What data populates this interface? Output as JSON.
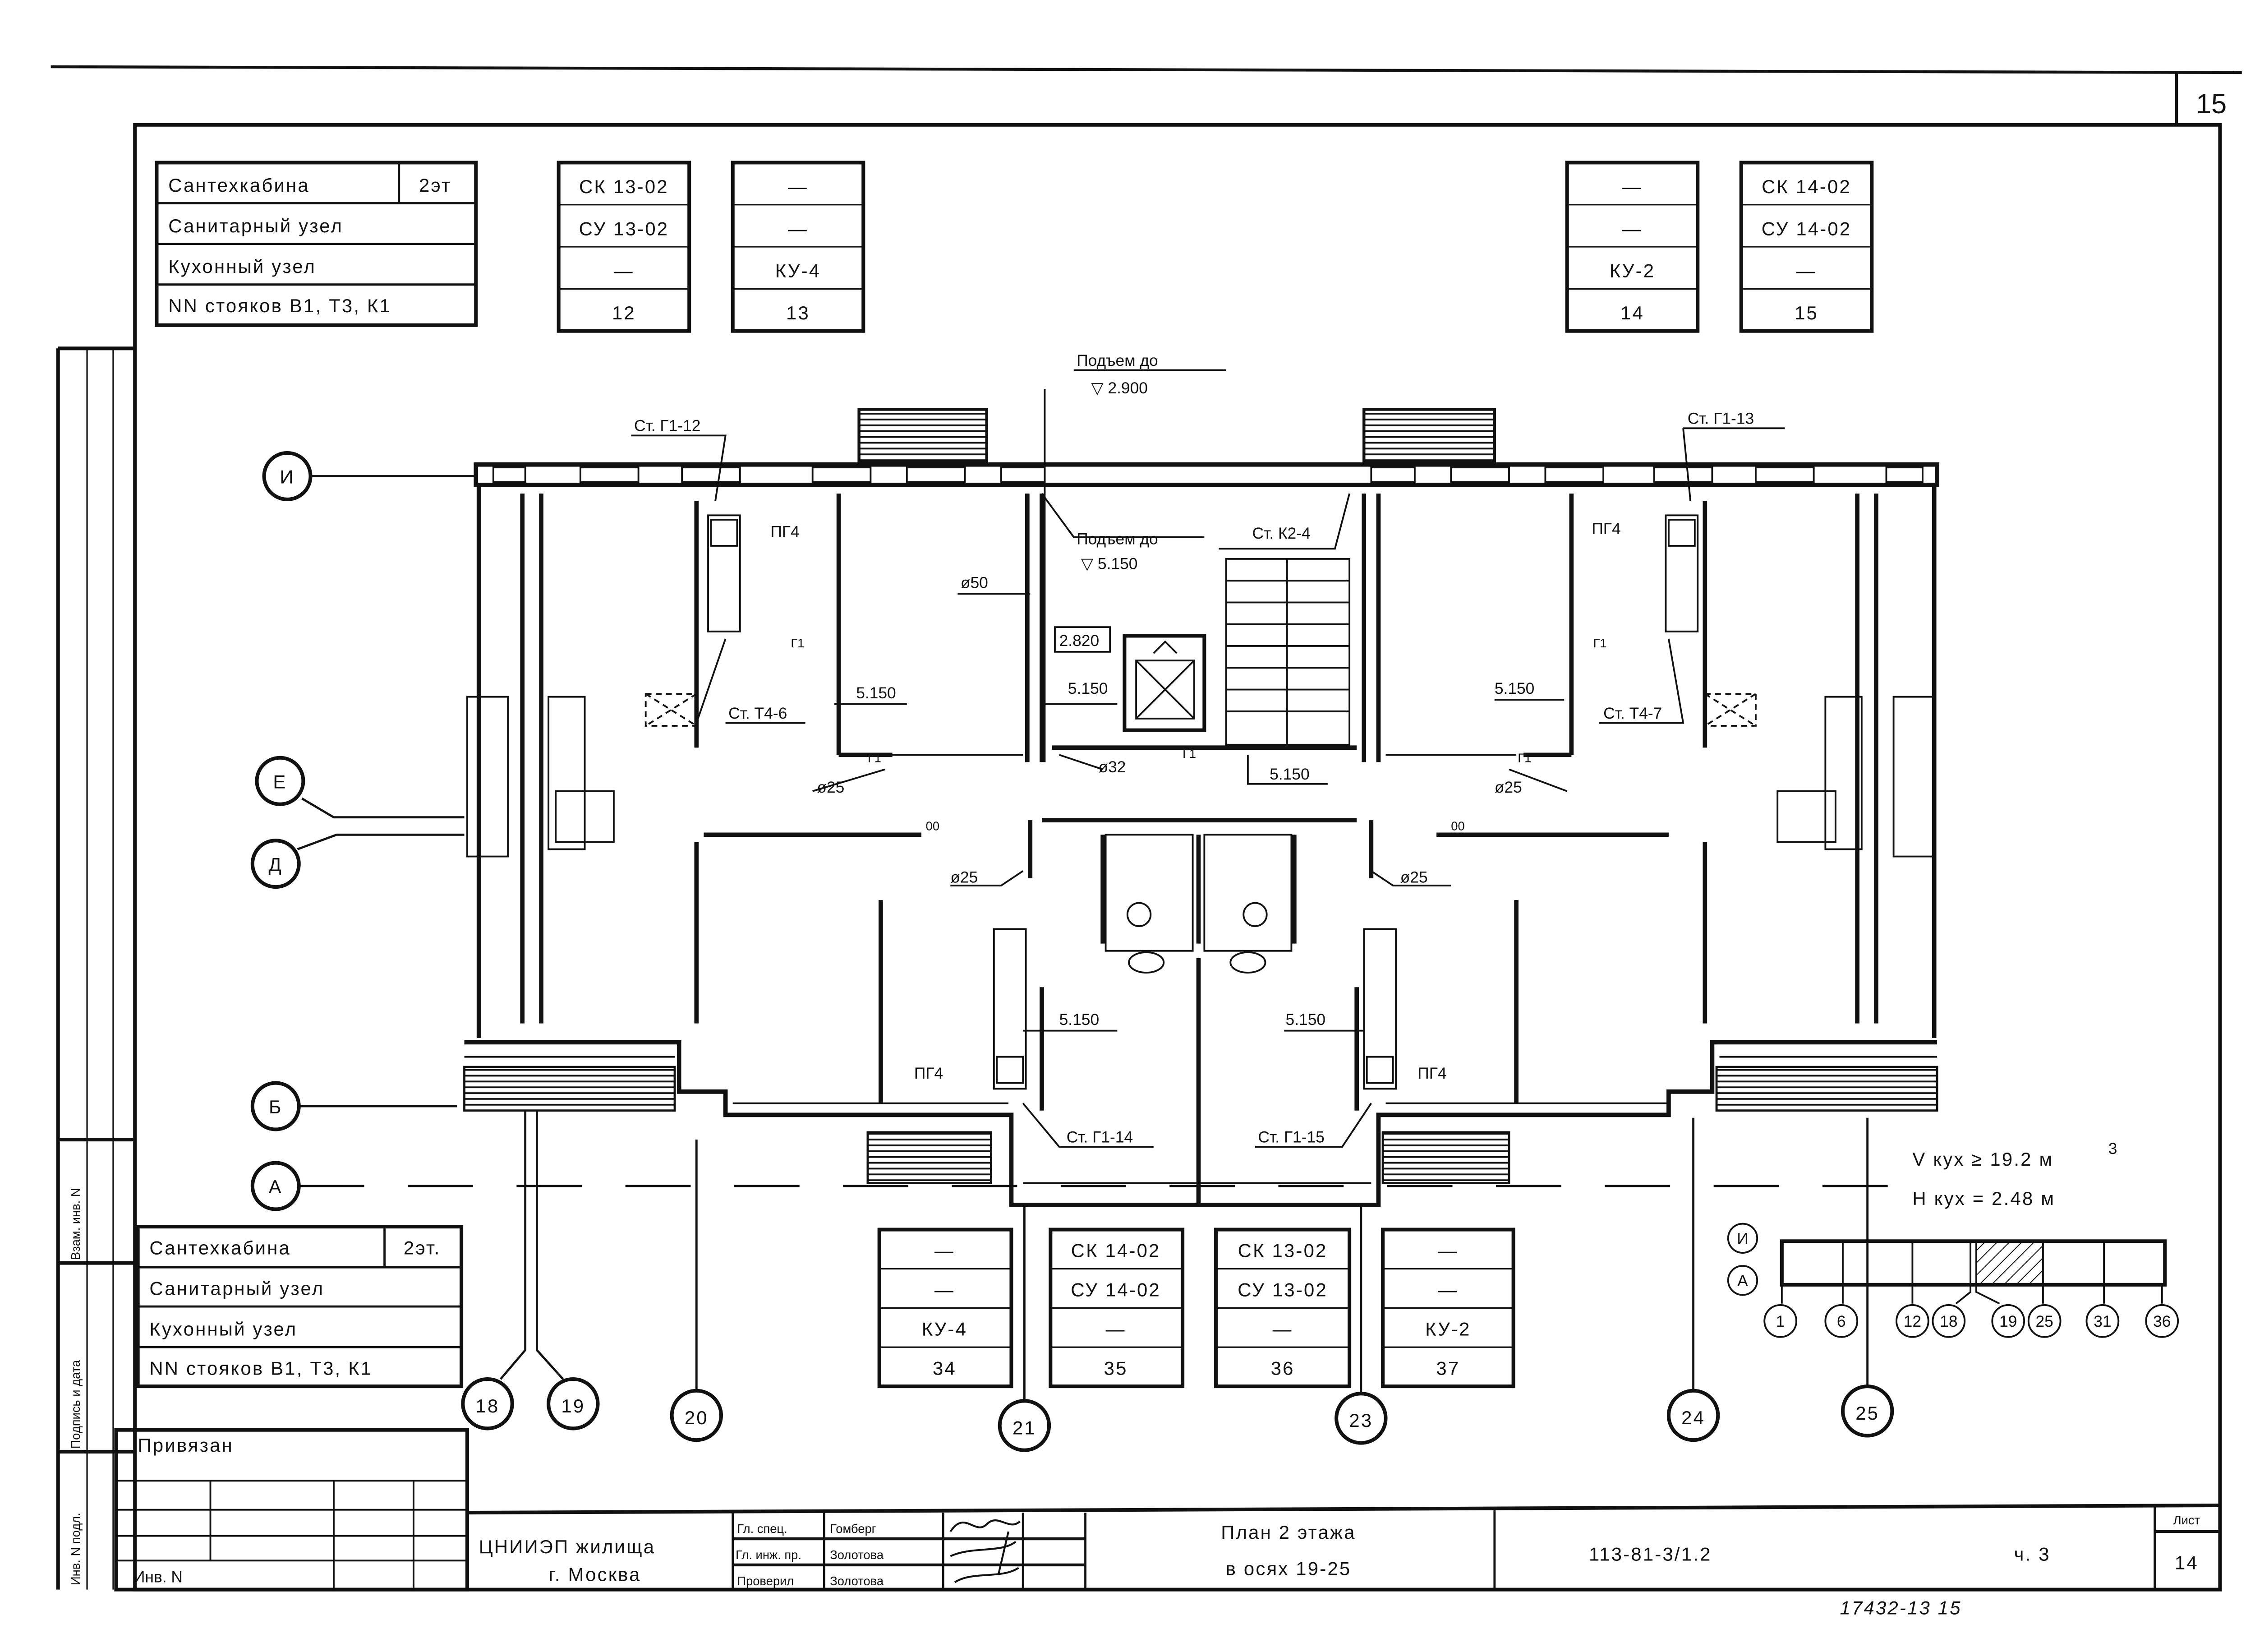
{
  "sheet": {
    "corner_number": "15",
    "archive_number": "17432-13 15"
  },
  "legend_top_left": {
    "rows": [
      "Сантехкабина",
      "Санитарный узел",
      "Кухонный узел",
      "NN стояков В1, Т3, К1"
    ],
    "floor": "2эт"
  },
  "legend_bottom_left": {
    "rows": [
      "Сантехкабина",
      "Санитарный узел",
      "Кухонный узел",
      "NN стояков В1, Т3, К1"
    ],
    "floor": "2эт."
  },
  "riser_tables_top": [
    {
      "cabin": "СК 13-02",
      "sanitary": "СУ 13-02",
      "kitchen": "—",
      "riser": "12"
    },
    {
      "cabin": "—",
      "sanitary": "—",
      "kitchen": "КУ-4",
      "riser": "13"
    },
    {
      "cabin": "—",
      "sanitary": "—",
      "kitchen": "КУ-2",
      "riser": "14"
    },
    {
      "cabin": "СК 14-02",
      "sanitary": "СУ 14-02",
      "kitchen": "—",
      "riser": "15"
    }
  ],
  "riser_tables_bottom": [
    {
      "cabin": "—",
      "sanitary": "—",
      "kitchen": "КУ-4",
      "riser": "34"
    },
    {
      "cabin": "СК 14-02",
      "sanitary": "СУ 14-02",
      "kitchen": "—",
      "riser": "35"
    },
    {
      "cabin": "СК 13-02",
      "sanitary": "СУ 13-02",
      "kitchen": "—",
      "riser": "36"
    },
    {
      "cabin": "—",
      "sanitary": "—",
      "kitchen": "КУ-2",
      "riser": "37"
    }
  ],
  "plan": {
    "axes_rows": [
      "И",
      "Е",
      "Д",
      "Б",
      "А"
    ],
    "axes_cols": [
      "18",
      "19",
      "20",
      "21",
      "23",
      "24",
      "25"
    ],
    "labels": {
      "rise_to_1": "Подъем до",
      "rise_mark_1": "▽ 2.900",
      "rise_to_2": "Подъем до",
      "rise_mark_2": "▽ 5.150",
      "st_g1_12": "Ст. Г1-12",
      "st_g1_13": "Ст. Г1-13",
      "st_g1_14": "Ст. Г1-14",
      "st_g1_15": "Ст. Г1-15",
      "st_k2_4": "Ст. К2-4",
      "st_t4_6": "Ст. Т4-6",
      "st_t4_7": "Ст. Т4-7",
      "pg4": "ПГ4",
      "d50": "ø50",
      "d32": "ø32",
      "d25": "ø25",
      "elev_2820": "2.820",
      "elev_5150": "5.150",
      "g1": "Г1",
      "oo": "00"
    }
  },
  "kitchen_params": {
    "volume": "V кух ≥ 19.2 м",
    "volume_sup": "3",
    "height": "H кух = 2.48 м"
  },
  "key_plan": {
    "rows": [
      "И",
      "А"
    ],
    "cols": [
      "1",
      "6",
      "12",
      "18",
      "19",
      "25",
      "31",
      "36"
    ]
  },
  "margin_stamp": {
    "replaced": "Взам. инв. N",
    "signature_date": "Подпись и дата",
    "inv_orig": "Инв. N подл."
  },
  "title_block": {
    "bound": "Привязан",
    "inv": "Инв. N",
    "org_line1": "ЦНИИЭП жилища",
    "org_line2": "г. Москва",
    "roles": [
      {
        "role": "Гл. спец.",
        "name": "Гомберг"
      },
      {
        "role": "Гл. инж. пр.",
        "name": "Золотова"
      },
      {
        "role": "Проверил",
        "name": "Золотова"
      }
    ],
    "title_line1": "План 2 этажа",
    "title_line2": "в осях 19-25",
    "code": "113-81-3/1.2",
    "part": "ч. 3",
    "sheet_label": "Лист",
    "sheet_number": "14"
  }
}
